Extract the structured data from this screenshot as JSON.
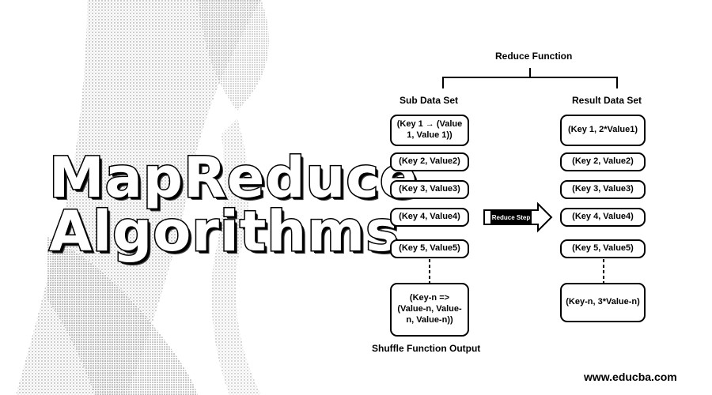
{
  "title": {
    "line1": "MapReduce",
    "line2": "Algorithms"
  },
  "diagram": {
    "top_label": "Reduce Function",
    "left_header": "Sub Data Set",
    "right_header": "Result Data Set",
    "left_boxes": [
      "(Key 1 → (Value 1, Value 1))",
      "(Key 2, Value2)",
      "(Key 3, Value3)",
      "(Key 4, Value4)",
      "(Key 5, Value5)",
      "(Key-n => (Value-n, Value-n, Value-n))"
    ],
    "right_boxes": [
      "(Key 1, 2*Value1)",
      "(Key 2, Value2)",
      "(Key 3, Value3)",
      "(Key 4, Value4)",
      "(Key 5, Value5)",
      "(Key-n, 3*Value-n)"
    ],
    "step_label": "Reduce Step",
    "bottom_label": "Shuffle Function Output"
  },
  "watermark": "www.educba.com"
}
